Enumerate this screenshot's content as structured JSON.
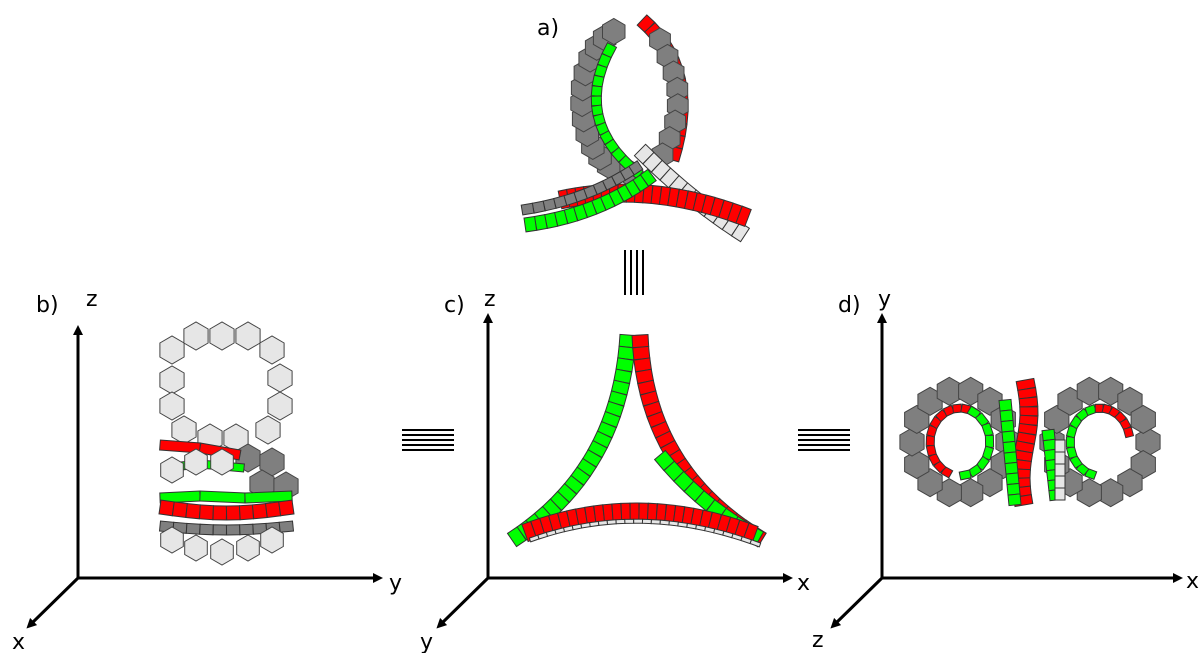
{
  "panels": {
    "a": {
      "label": "a)"
    },
    "b": {
      "label": "b)",
      "axis_vertical": "z",
      "axis_horizontal": "y",
      "axis_depth": "x"
    },
    "c": {
      "label": "c)",
      "axis_vertical": "z",
      "axis_horizontal": "x",
      "axis_depth": "y"
    },
    "d": {
      "label": "d)",
      "axis_vertical": "y",
      "axis_horizontal": "x",
      "axis_depth": "z"
    }
  },
  "equivalence_symbols": [
    "vertical-lines",
    "horizontal-lines",
    "horizontal-lines"
  ],
  "colors": {
    "red": "#ff0000",
    "green": "#00ff00",
    "dark_gray": "#7f7f7f",
    "light_gray": "#e6e6e6",
    "outline": "#333333"
  },
  "icons": [
    "arrow-icon"
  ]
}
